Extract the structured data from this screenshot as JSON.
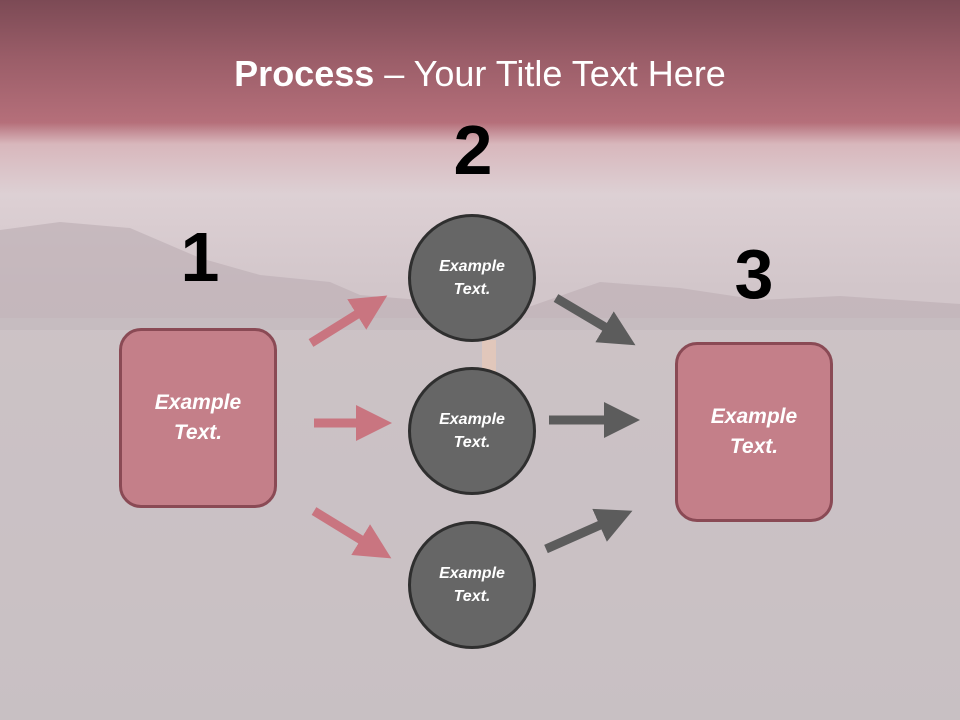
{
  "slide": {
    "title_bold": "Process",
    "title_rest": " – Your Title Text Here"
  },
  "steps": {
    "one": "1",
    "two": "2",
    "three": "3"
  },
  "boxes": {
    "left": {
      "line1": "Example",
      "line2": "Text."
    },
    "right": {
      "line1": "Example",
      "line2": "Text."
    }
  },
  "circles": [
    {
      "line1": "Example",
      "line2": "Text."
    },
    {
      "line1": "Example",
      "line2": "Text."
    },
    {
      "line1": "Example",
      "line2": "Text."
    }
  ],
  "colors": {
    "header": "#b06a75",
    "box_fill": "#c47f89",
    "box_border": "#8a4a55",
    "circle_fill": "#666666",
    "arrow_pink": "#c97580",
    "arrow_gray": "#5c5c5c"
  }
}
